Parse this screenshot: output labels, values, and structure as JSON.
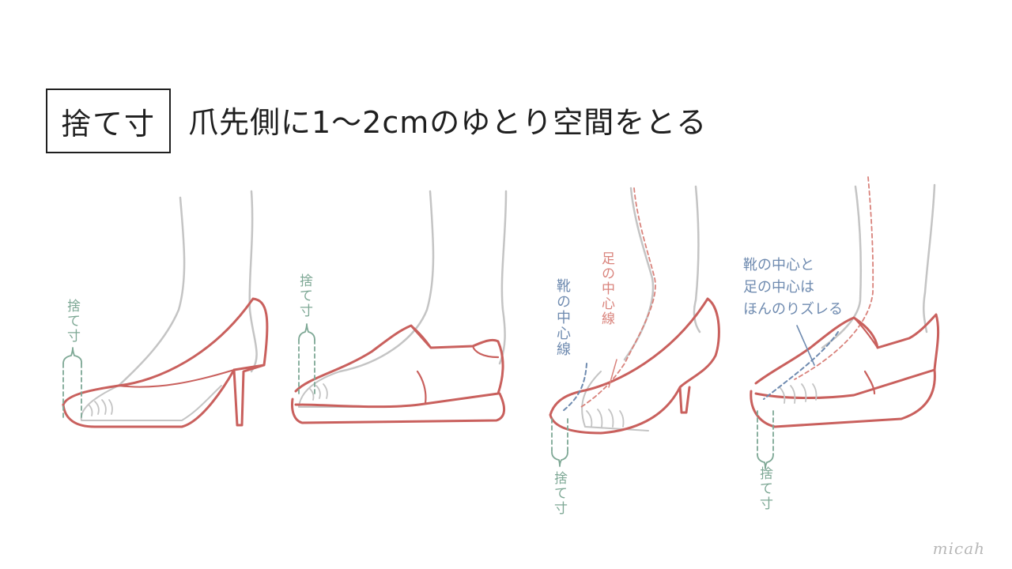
{
  "title": {
    "box_label": "捨て寸",
    "text": "爪先側に1〜2cmのゆとり空間をとる"
  },
  "annotations": {
    "sutesun_1": "捨て寸",
    "sutesun_2": "捨て寸",
    "sutesun_3": "捨て寸",
    "sutesun_4": "捨て寸",
    "foot_center_line": "足の中心線",
    "shoe_center_line": "靴の中心線",
    "offset_note_line1": "靴の中心と",
    "offset_note_line2": "足の中心は",
    "offset_note_line3": "ほんのりズレる"
  },
  "signature": "micah",
  "colors": {
    "ink": "#1f1f1f",
    "shoe_outline": "#c9605d",
    "leg_outline": "#c4c4c4",
    "measure_green": "#7ea895",
    "center_line_red": "#d9837c",
    "center_line_blue": "#6f8bb0"
  }
}
